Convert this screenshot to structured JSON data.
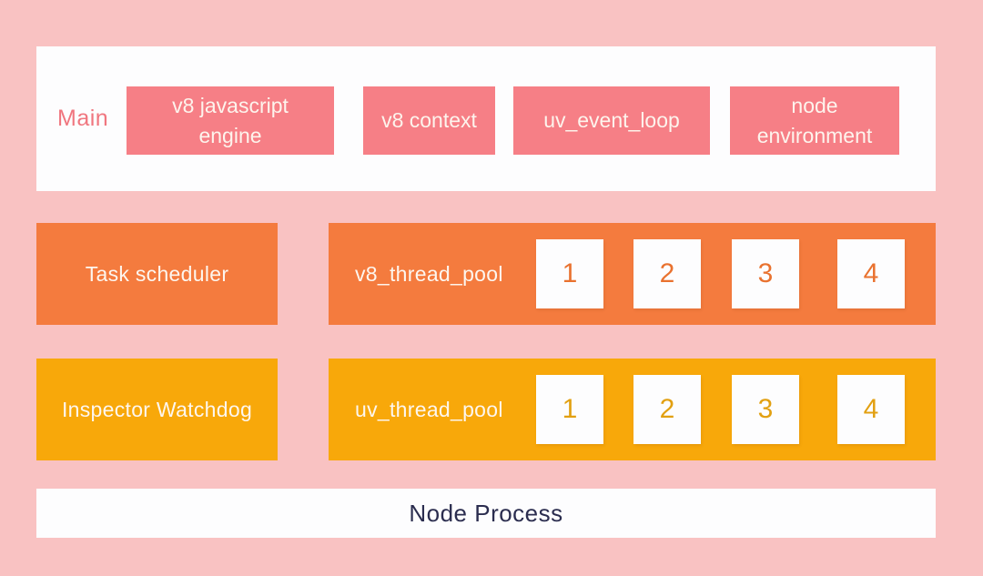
{
  "colors": {
    "background_pink": "#f9c2c2",
    "panel_white": "#fdfdfe",
    "salmon_box": "#f67f86",
    "main_label_text": "#f0767f",
    "orange_box": "#f47b3e",
    "orange_thread_number": "#e9722f",
    "amber_box": "#f8a80a",
    "amber_thread_number": "#e2a011",
    "box_label_text": "#fdf6ef",
    "bottom_bar_text": "#2b2d4f"
  },
  "main_panel": {
    "label": "Main",
    "boxes": [
      {
        "label": "v8 javascript engine",
        "lines": [
          "v8 javascript",
          "engine"
        ]
      },
      {
        "label": "v8 context",
        "lines": [
          "v8 context"
        ]
      },
      {
        "label": "uv_event_loop",
        "lines": [
          "uv_event_loop"
        ]
      },
      {
        "label": "node environment",
        "lines": [
          "node",
          "environment"
        ]
      }
    ]
  },
  "thread_rows": [
    {
      "side_label": "Task scheduler",
      "pool_label": "v8_thread_pool",
      "threads": [
        "1",
        "2",
        "3",
        "4"
      ]
    },
    {
      "side_label": "Inspector Watchdog",
      "pool_label": "uv_thread_pool",
      "threads": [
        "1",
        "2",
        "3",
        "4"
      ]
    }
  ],
  "bottom_bar": {
    "label": "Node Process"
  }
}
